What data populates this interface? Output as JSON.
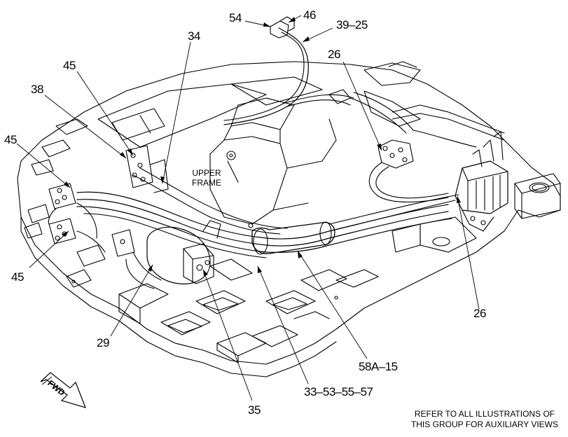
{
  "callouts": {
    "c54": "54",
    "c46": "46",
    "c39_25": "39–25",
    "c34": "34",
    "c26_top": "26",
    "c45_top": "45",
    "c38": "38",
    "c45_left": "45",
    "c45_bottom": "45",
    "c29": "29",
    "c35": "35",
    "c33": "33–53–55–57",
    "c58": "58A–15",
    "c26_right": "26"
  },
  "frame_label": {
    "line1": "UPPER",
    "line2": "FRAME"
  },
  "direction_arrow": "FWD",
  "note": {
    "line1": "REFER TO ALL ILLUSTRATIONS OF",
    "line2": "THIS GROUP FOR AUXILIARY VIEWS"
  },
  "colors": {
    "line": "#000000",
    "background": "#ffffff"
  }
}
